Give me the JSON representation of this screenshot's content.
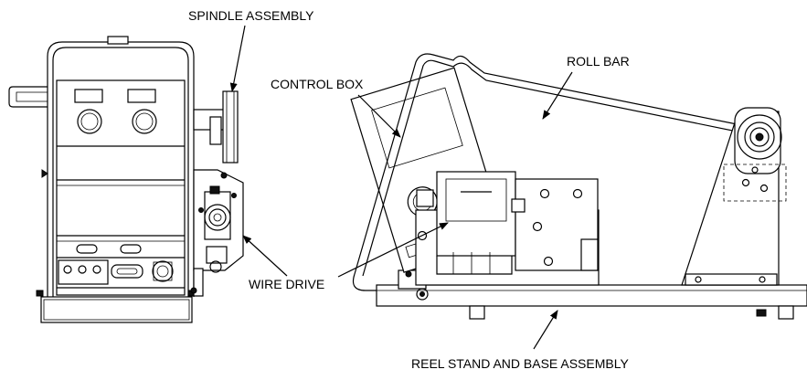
{
  "labels": {
    "spindle_assembly": "SPINDLE ASSEMBLY",
    "control_box": "CONTROL BOX",
    "roll_bar": "ROLL BAR",
    "wire_drive": "WIRE DRIVE",
    "reel_stand_base": "REEL STAND AND BASE ASSEMBLY"
  },
  "colors": {
    "line": "#000000",
    "background": "#ffffff"
  }
}
